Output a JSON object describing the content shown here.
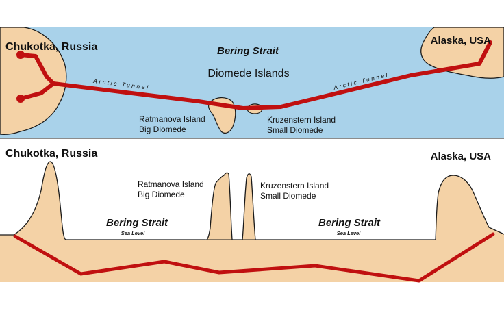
{
  "colors": {
    "sea": "#a9d2ea",
    "land": "#f4d2a6",
    "tunnel": "#c01010",
    "outline": "#1a1a1a",
    "background": "#ffffff"
  },
  "map": {
    "left_region": "Chukotka, Russia",
    "right_region": "Alaska, USA",
    "strait": "Bering Strait",
    "islands_group": "Diomede Islands",
    "tunnel_label_left": "Arctic Tunnel",
    "tunnel_label_right": "Arctic Tunnel",
    "big_island_name": "Ratmanova Island",
    "big_island_alt": "Big Diomede",
    "small_island_name": "Kruzenstern Island",
    "small_island_alt": "Small Diomede"
  },
  "profile": {
    "left_region": "Chukotka, Russia",
    "right_region": "Alaska, USA",
    "big_island_name": "Ratmanova Island",
    "big_island_alt": "Big Diomede",
    "small_island_name": "Kruzenstern Island",
    "small_island_alt": "Small Diomede",
    "strait_left": "Bering Strait",
    "sea_level_left": "Sea Level",
    "strait_right": "Bering Strait",
    "sea_level_right": "Sea Level"
  }
}
